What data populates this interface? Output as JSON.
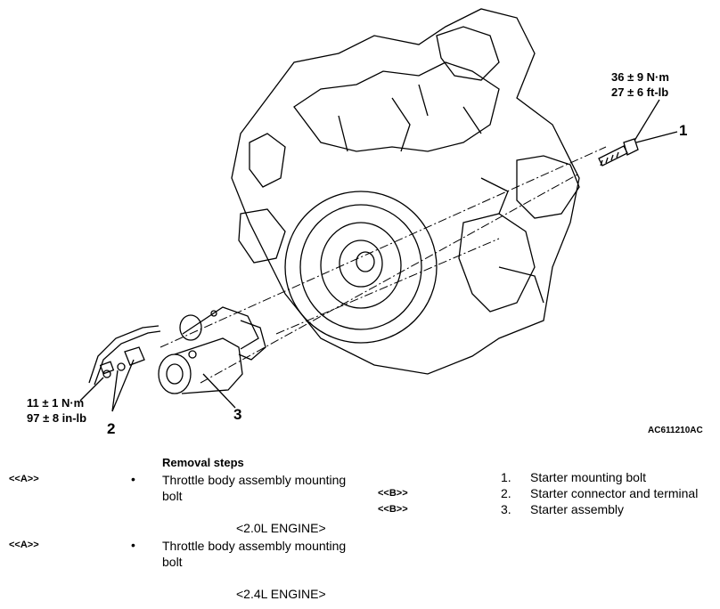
{
  "diagram": {
    "torque_top": [
      "36 ± 9 N·m",
      "27 ± 6 ft-lb"
    ],
    "torque_left": [
      "11 ± 1 N·m",
      "97 ± 8 in-lb"
    ],
    "callouts": [
      "1",
      "2",
      "3"
    ],
    "figure_id": "AC611210AC"
  },
  "removal": {
    "title": "Removal steps",
    "left_items": [
      {
        "ref": "<<A>>",
        "bullet": "•",
        "text_line1": "Throttle body assembly mounting",
        "text_line2": "bolt",
        "engine": "<2.0L ENGINE>"
      },
      {
        "ref": "<<A>>",
        "bullet": "•",
        "text_line1": "Throttle body assembly mounting",
        "text_line2": "bolt",
        "engine": "<2.4L ENGINE>"
      }
    ],
    "right_items": [
      {
        "ref": "",
        "num": "1.",
        "text": "Starter mounting bolt"
      },
      {
        "ref": "<<B>>",
        "num": "2.",
        "text": "Starter connector and terminal"
      },
      {
        "ref": "<<B>>",
        "num": "3.",
        "text": "Starter assembly"
      }
    ]
  }
}
